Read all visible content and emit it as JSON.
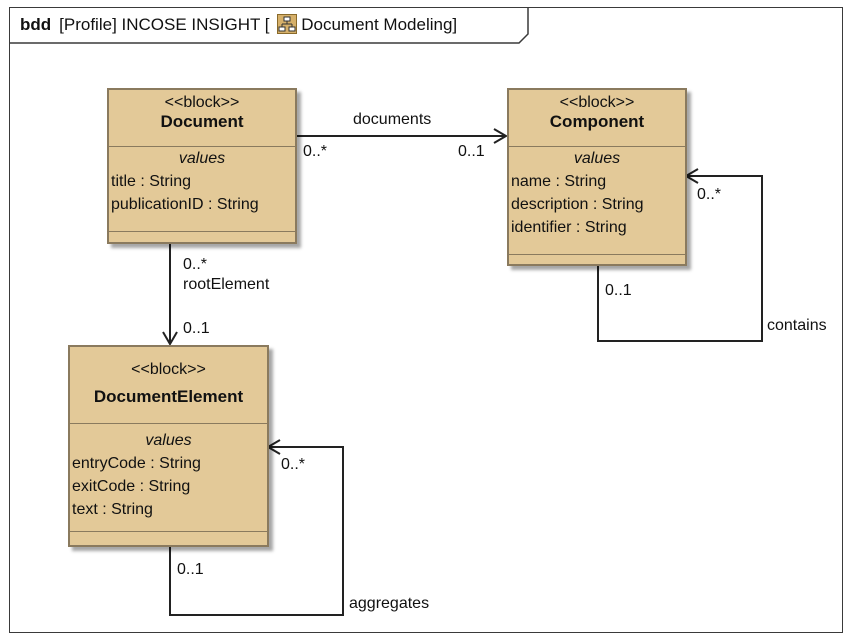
{
  "frame": {
    "kind": "bdd",
    "title_before": "[Profile] INCOSE INSIGHT  [",
    "title_model": "Document Modeling]"
  },
  "blocks": {
    "document": {
      "stereotype": "<<block>>",
      "name": "Document",
      "compartment": "values",
      "attributes": [
        "title : String",
        "publicationID : String"
      ]
    },
    "component": {
      "stereotype": "<<block>>",
      "name": "Component",
      "compartment": "values",
      "attributes": [
        "name : String",
        "description : String",
        "identifier : String"
      ]
    },
    "document_element": {
      "stereotype": "<<block>>",
      "name": "DocumentElement",
      "compartment": "values",
      "attributes": [
        "entryCode : String",
        "exitCode : String",
        "text : String"
      ]
    }
  },
  "associations": {
    "documents": {
      "name": "documents",
      "source_mult": "0..*",
      "target_mult": "0..1"
    },
    "root_element": {
      "name": "rootElement",
      "source_mult": "0..*",
      "target_mult": "0..1"
    },
    "contains": {
      "name": "contains",
      "source_mult": "0..1",
      "target_mult": "0..*"
    },
    "aggregates": {
      "name": "aggregates",
      "source_mult": "0..1",
      "target_mult": "0..*"
    }
  },
  "colors": {
    "block_fill": "#e3c998",
    "block_border": "#8a7a5e",
    "line": "#222222"
  }
}
